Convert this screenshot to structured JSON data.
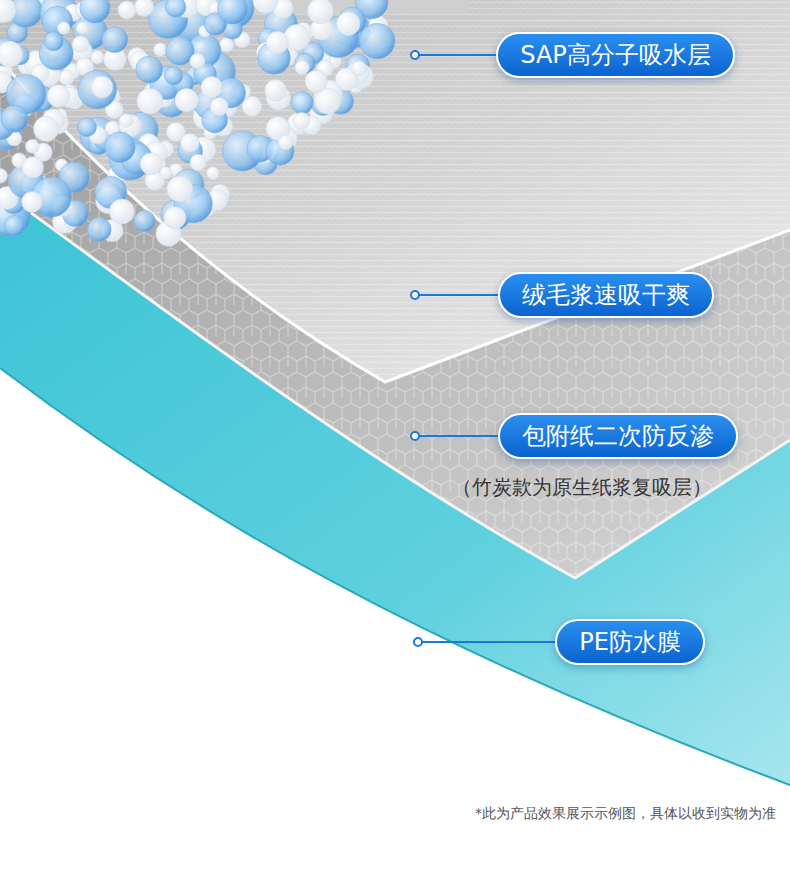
{
  "diagram": {
    "nodes": [
      {
        "text": [
          "SAP高分子吸水层"
        ]
      },
      {
        "text": [
          "绒毛浆速吸干爽"
        ]
      },
      {
        "text": [
          "包附纸二次防反渗"
        ]
      },
      {
        "text": [
          "PE防水膜"
        ]
      }
    ],
    "labels": [
      "（竹炭款为原生纸浆复吸层）",
      "*此为产品效果展示示例图，具体以收到实物为准"
    ]
  }
}
